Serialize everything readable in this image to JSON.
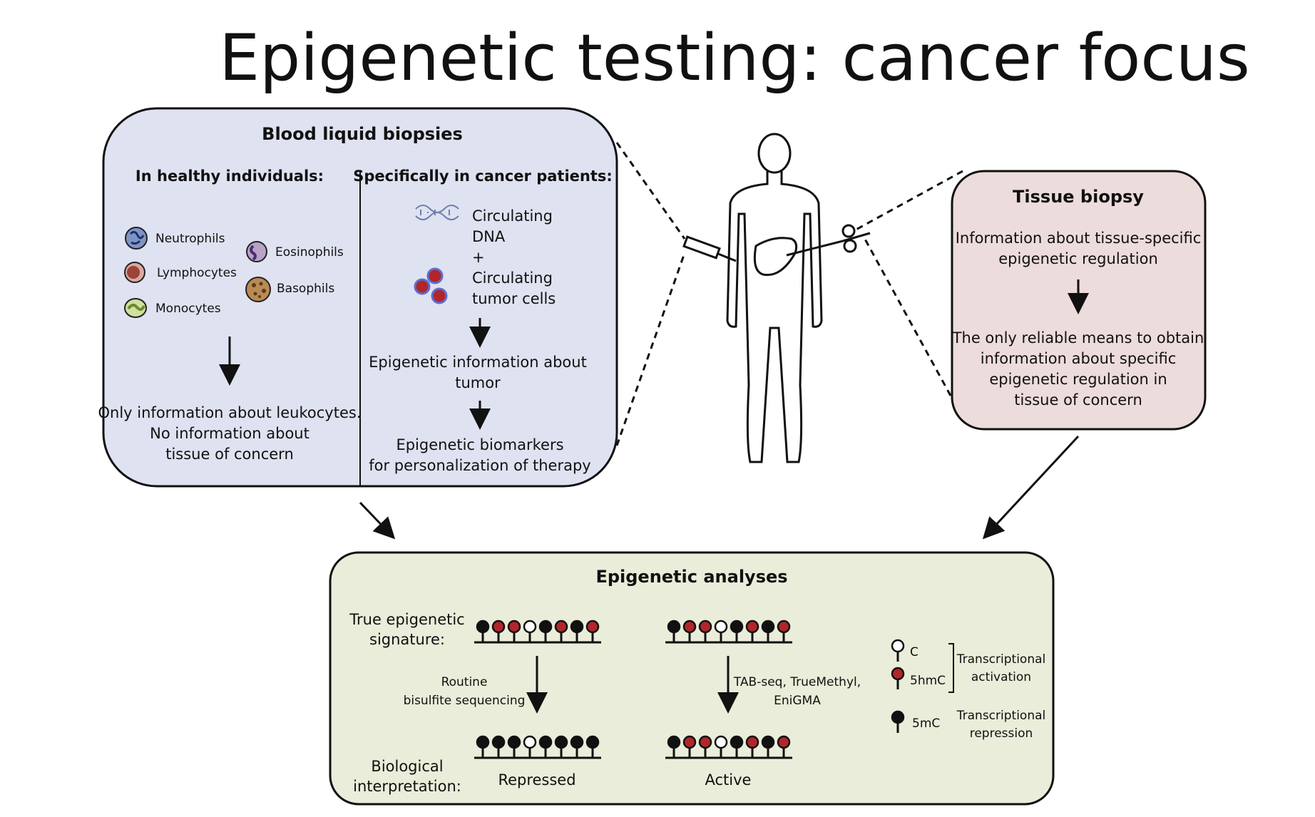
{
  "title": "Epigenetic testing: cancer focus",
  "blood": {
    "heading": "Blood liquid biopsies",
    "healthy": {
      "heading": "In healthy individuals:",
      "cells": [
        "Neutrophils",
        "Lymphocytes",
        "Monocytes",
        "Eosinophils",
        "Basophils"
      ],
      "conclusion": [
        "Only information about leukocytes.",
        "No information about",
        "tissue of concern"
      ]
    },
    "cancer": {
      "heading": "Specifically in cancer patients:",
      "circulating": [
        "Circulating",
        "DNA",
        "+",
        "Circulating",
        "tumor cells"
      ],
      "info": [
        "Epigenetic information about",
        "tumor"
      ],
      "biomarkers": [
        "Epigenetic biomarkers",
        "for personalization of therapy"
      ]
    }
  },
  "tissue": {
    "heading": "Tissue biopsy",
    "info": [
      "Information about tissue-specific",
      "epigenetic regulation"
    ],
    "conclusion": [
      "The only reliable means to obtain",
      "information about specific",
      "epigenetic regulation in",
      "tissue of concern"
    ]
  },
  "analyses": {
    "heading": "Epigenetic analyses",
    "true_signature": [
      "True epigenetic",
      "signature:"
    ],
    "interpretation": [
      "Biological",
      "interpretation:"
    ],
    "method_left": [
      "Routine",
      "bisulfite sequencing"
    ],
    "method_right": [
      "TAB-seq, TrueMethyl,",
      "EniGMA"
    ],
    "result_left": "Repressed",
    "result_right": "Active",
    "true_pattern": [
      "5mC",
      "5hmC",
      "5hmC",
      "C",
      "5mC",
      "5hmC",
      "5mC",
      "5hmC"
    ],
    "bisulfite_pattern": [
      "5mC",
      "5mC",
      "5mC",
      "C",
      "5mC",
      "5mC",
      "5mC",
      "5mC"
    ],
    "advanced_pattern": [
      "5mC",
      "5hmC",
      "5hmC",
      "C",
      "5mC",
      "5hmC",
      "5mC",
      "5hmC"
    ],
    "legend": {
      "c": "C",
      "hmc": "5hmC",
      "mc": "5mC",
      "activation": [
        "Transcriptional",
        "activation"
      ],
      "repression": [
        "Transcriptional",
        "repression"
      ]
    }
  },
  "colors": {
    "blood_box": "#dfe2f0",
    "tissue_box": "#ecdcdb",
    "analyses_box": "#e9edd9",
    "hmc": "#b0262a",
    "mc": "#111111",
    "c": "#ffffff"
  }
}
